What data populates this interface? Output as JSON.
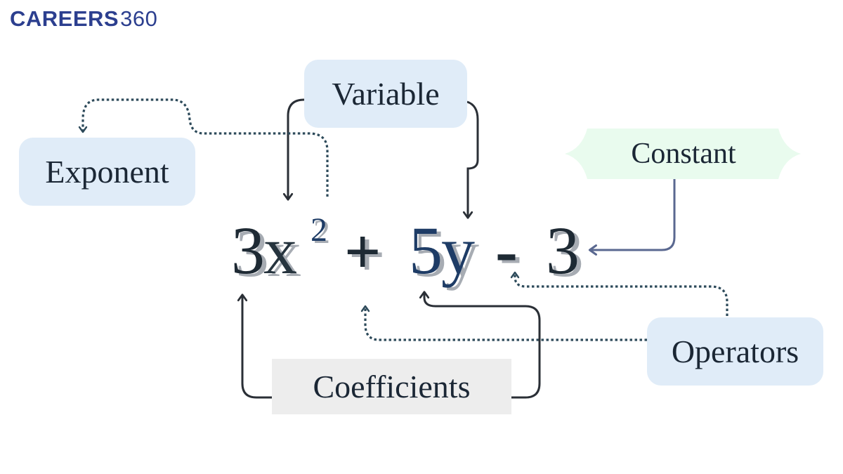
{
  "logo": {
    "brand": "CAREERS",
    "number": "360"
  },
  "labels": {
    "variable": "Variable",
    "exponent": "Exponent",
    "constant": "Constant",
    "operators": "Operators",
    "coefficients": "Coefficients"
  },
  "expression": {
    "coef_1": "3",
    "var_1": "x",
    "exponent": "2",
    "plus": "+",
    "coef_2": "5",
    "var_2": "y",
    "minus": "-",
    "constant": "3"
  },
  "colors": {
    "brand": "#2c3f8f",
    "label_bg_blue": "#e0ecf8",
    "label_bg_green": "#e9fbee",
    "label_bg_gray": "#ededed",
    "text_dark": "#1b2735",
    "accent_blue": "#1e3c66",
    "constant_arrow": "#5a6890",
    "dotted": "#2d4a5a"
  }
}
